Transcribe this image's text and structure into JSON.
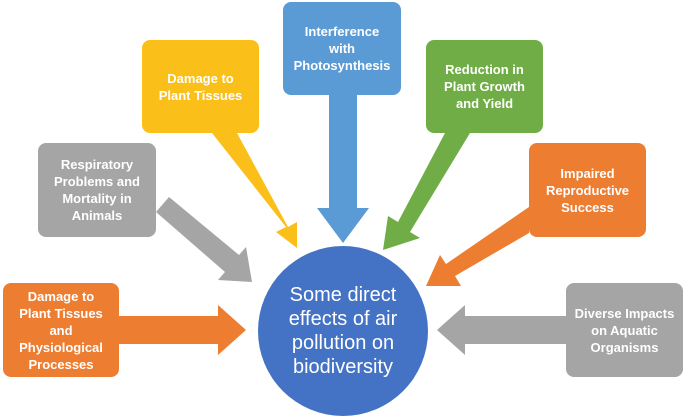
{
  "center": {
    "text": "Some direct effects of air pollution on biodiversity"
  },
  "effects": [
    {
      "id": "damage-tissues-physiological",
      "text": "Damage to Plant Tissues and Physiological Processes",
      "color": "#ed7d31"
    },
    {
      "id": "respiratory-mortality-animals",
      "text": "Respiratory Problems and Mortality in Animals",
      "color": "#a5a5a5"
    },
    {
      "id": "damage-plant-tissues",
      "text": "Damage to Plant Tissues",
      "color": "#fbbf1a"
    },
    {
      "id": "interference-photosynthesis",
      "text": "Interference with Photosynthesis",
      "color": "#5b9bd5"
    },
    {
      "id": "reduction-growth-yield",
      "text": "Reduction in Plant Growth and Yield",
      "color": "#70ad47"
    },
    {
      "id": "impaired-reproductive-success",
      "text": "Impaired Reproductive Success",
      "color": "#ed7d31"
    },
    {
      "id": "aquatic-organisms",
      "text": "Diverse Impacts on Aquatic Organisms",
      "color": "#a5a5a5"
    }
  ]
}
